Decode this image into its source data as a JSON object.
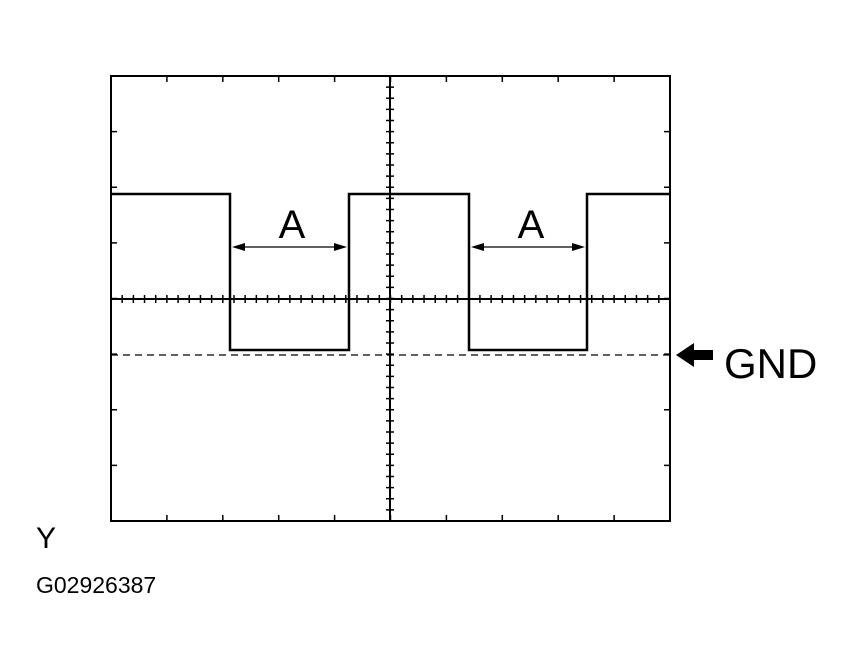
{
  "labels": {
    "pulse_width": "A",
    "ground": "GND",
    "axis": "Y",
    "figure_id": "G02926387"
  },
  "waveform": {
    "type": "square-wave",
    "levels": [
      "high",
      "low"
    ],
    "pulses_marked": 2
  },
  "colors": {
    "line": "#000000",
    "background": "#ffffff"
  },
  "icons": {
    "ground_marker": "left-arrow-icon"
  }
}
